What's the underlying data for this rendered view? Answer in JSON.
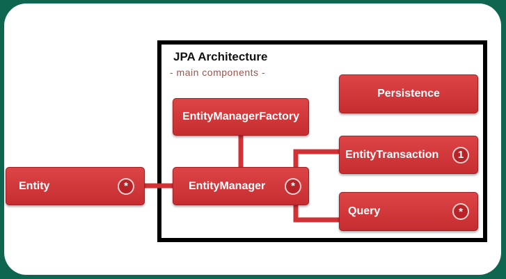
{
  "diagram": {
    "title": "JPA Architecture",
    "subtitle": "- main components -",
    "link_color": "#d03236",
    "box_color": "#d0393b",
    "background_color": "#0f6650",
    "nodes": {
      "entity": {
        "label": "Entity",
        "multiplicity": "*"
      },
      "entity_manager_factory": {
        "label": "EntityManagerFactory"
      },
      "entity_manager": {
        "label": "EntityManager",
        "multiplicity": "*"
      },
      "persistence": {
        "label": "Persistence"
      },
      "entity_transaction": {
        "label": "EntityTransaction",
        "multiplicity": "1"
      },
      "query": {
        "label": "Query",
        "multiplicity": "*"
      }
    },
    "edges": [
      {
        "from": "Entity",
        "to": "EntityManager"
      },
      {
        "from": "EntityManagerFactory",
        "to": "EntityManager"
      },
      {
        "from": "EntityManager",
        "to": "EntityTransaction"
      },
      {
        "from": "EntityManager",
        "to": "Query"
      }
    ]
  }
}
